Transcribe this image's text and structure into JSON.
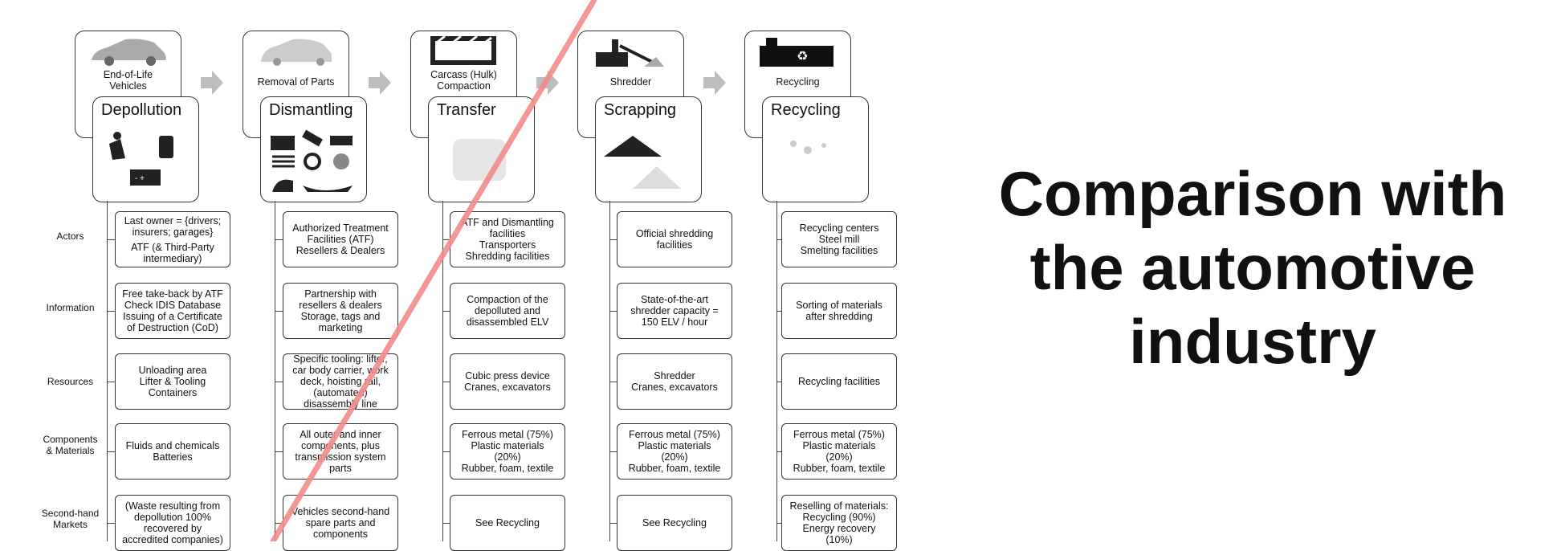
{
  "title": {
    "lines": [
      "Comparison with",
      "the automotive",
      "industry"
    ]
  },
  "row_labels": [
    {
      "lines": [
        "Actors"
      ]
    },
    {
      "lines": [
        "Information"
      ]
    },
    {
      "lines": [
        "Resources"
      ]
    },
    {
      "lines": [
        "Components",
        "& Materials"
      ]
    },
    {
      "lines": [
        "Second-hand",
        "Markets"
      ]
    }
  ],
  "stages": [
    {
      "top_label": [
        "End-of-Life",
        "Vehicles"
      ],
      "title": "Depollution",
      "cells": [
        [
          "Last owner = {drivers;",
          "insurers; garages}",
          "",
          "ATF  (& Third-Party",
          "intermediary)"
        ],
        [
          "Free take-back by ATF",
          "Check IDIS Database",
          "Issuing of a Certificate",
          "of Destruction (CoD)"
        ],
        [
          "Unloading area",
          "Lifter & Tooling",
          "Containers"
        ],
        [
          "Fluids and chemicals",
          "Batteries"
        ],
        [
          "(Waste resulting from",
          "depollution 100%",
          "recovered by",
          "accredited companies)"
        ]
      ]
    },
    {
      "top_label": [
        "Removal of Parts"
      ],
      "title": "Dismantling",
      "cells": [
        [
          "Authorized Treatment",
          "Facilities (ATF)",
          "Resellers & Dealers"
        ],
        [
          "Partnership with",
          "resellers & dealers",
          "Storage, tags and",
          "marketing"
        ],
        [
          "Specific tooling: lifter,",
          "car body carrier, work",
          "deck, hoisting rail,",
          "(automated)",
          "disassembly line"
        ],
        [
          "All outer and inner",
          "components, plus",
          "transmission system",
          "parts"
        ],
        [
          "Vehicles second-hand",
          "spare parts and",
          "components"
        ]
      ]
    },
    {
      "top_label": [
        "Carcass (Hulk)",
        "Compaction"
      ],
      "title": "Transfer",
      "cells": [
        [
          "ATF and Dismantling",
          "facilities",
          "Transporters",
          "Shredding facilities"
        ],
        [
          "Compaction of the",
          "depolluted and",
          "disassembled ELV"
        ],
        [
          "Cubic press device",
          "Cranes, excavators"
        ],
        [
          "Ferrous metal (75%)",
          "Plastic materials",
          "(20%)",
          "Rubber, foam, textile"
        ],
        [
          "See Recycling"
        ]
      ]
    },
    {
      "top_label": [
        "Shredder"
      ],
      "title": "Scrapping",
      "cells": [
        [
          "Official shredding",
          "facilities"
        ],
        [
          "State-of-the-art",
          "shredder capacity =",
          "150 ELV / hour"
        ],
        [
          "Shredder",
          "Cranes, excavators"
        ],
        [
          "Ferrous metal (75%)",
          "Plastic materials",
          "(20%)",
          "Rubber, foam, textile"
        ],
        [
          "See Recycling"
        ]
      ]
    },
    {
      "top_label": [
        "Recycling"
      ],
      "title": "Recycling",
      "cells": [
        [
          "Recycling centers",
          "Steel mill",
          "Smelting facilities"
        ],
        [
          "Sorting of materials",
          "after shredding"
        ],
        [
          "Recycling facilities"
        ],
        [
          "Ferrous metal (75%)",
          "Plastic materials",
          "(20%)",
          "Rubber, foam, textile"
        ],
        [
          "Reselling of materials:",
          "Recycling (90%)",
          "Energy recovery",
          "(10%)"
        ]
      ]
    }
  ],
  "colors": {
    "accent_stroke": "#f28b8b",
    "arrow": "#bdbdbd",
    "border": "#333333"
  },
  "icons": [
    "car-icon",
    "car-parts-icon",
    "press-icon",
    "shredder-icon",
    "factory-icon"
  ]
}
